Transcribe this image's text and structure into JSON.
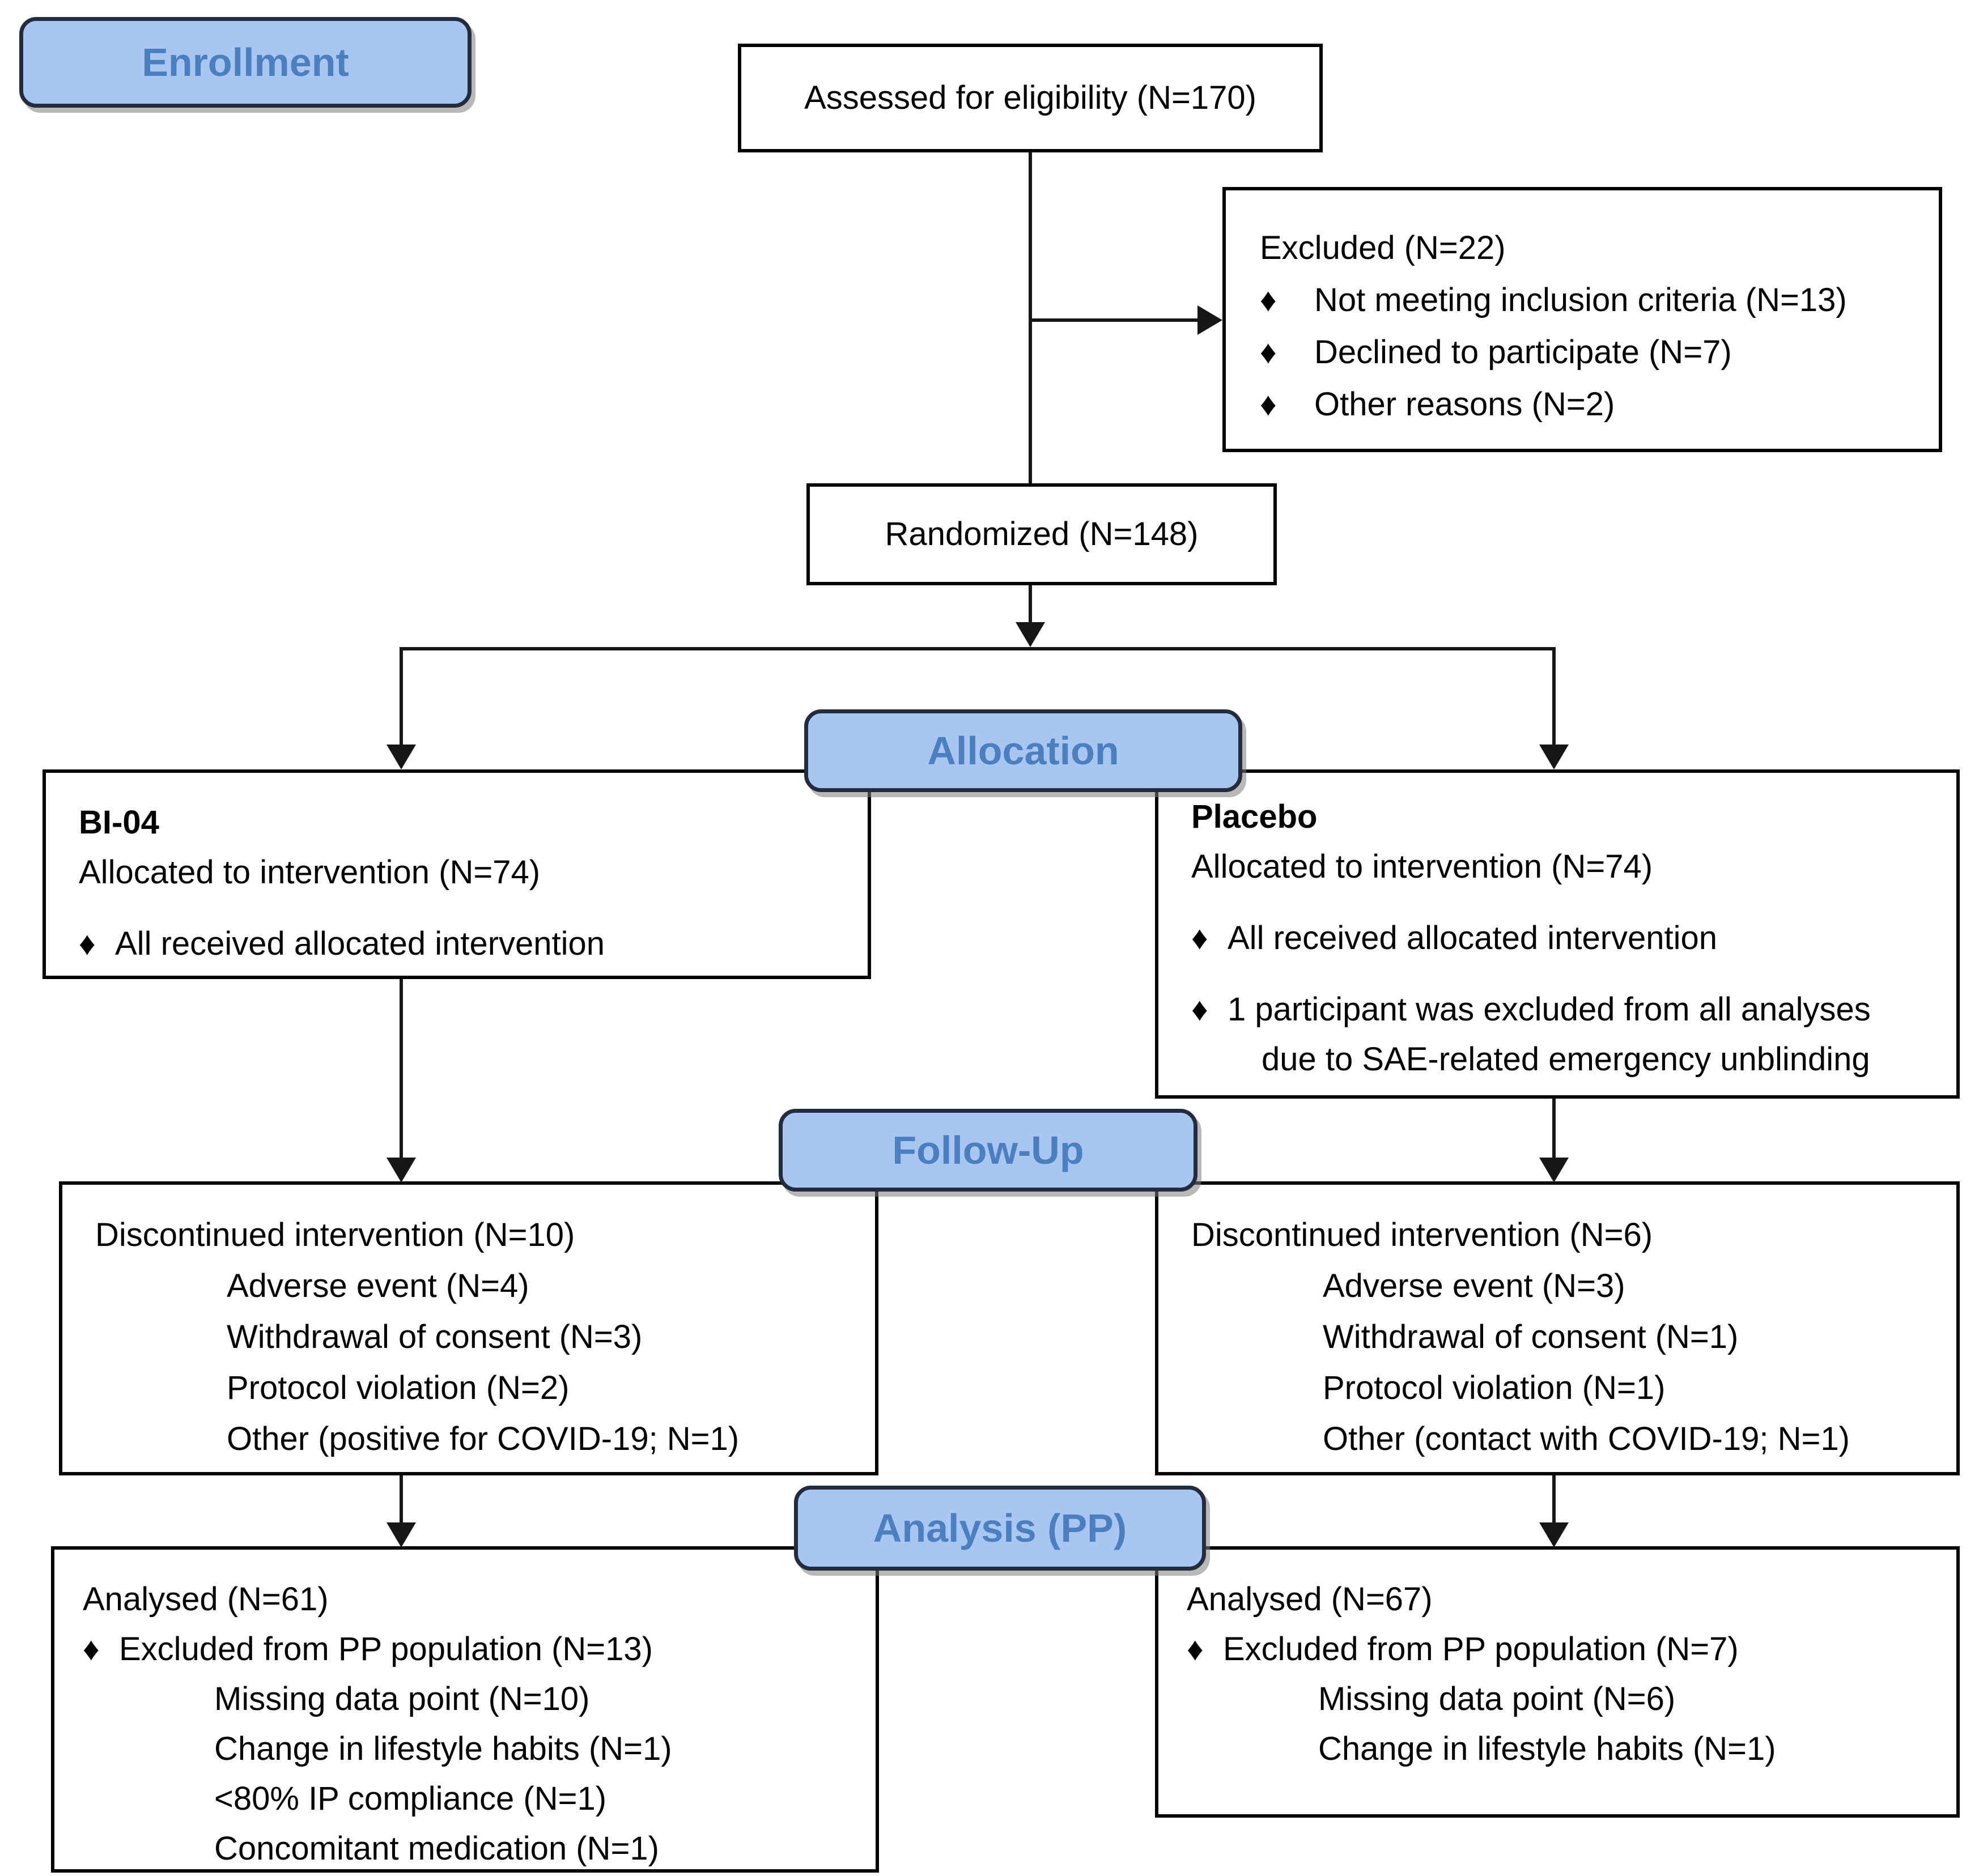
{
  "colors": {
    "badge_fill": "#a9c6f2",
    "badge_text": "#4c7fbf",
    "badge_border": "#222c3e",
    "box_border": "#000000",
    "line": "#161616"
  },
  "glyphs": {
    "bullet": "♦"
  },
  "phases": {
    "enrollment": "Enrollment",
    "allocation": "Allocation",
    "followup": "Follow-Up",
    "analysis": "Analysis (PP)"
  },
  "enrollment": {
    "assessed": "Assessed for eligibility (N=170)",
    "excluded_title": "Excluded (N=22)",
    "excluded_items": [
      "Not meeting inclusion criteria (N=13)",
      "Declined to participate (N=7)",
      "Other reasons (N=2)"
    ],
    "randomized": "Randomized (N=148)"
  },
  "allocation": {
    "left": {
      "arm": "BI-04",
      "allocated": "Allocated to intervention (N=74)",
      "bullet1": "All received allocated intervention"
    },
    "right": {
      "arm": "Placebo",
      "allocated": "Allocated to intervention (N=74)",
      "bullet1": "All received allocated intervention",
      "bullet2": "1 participant was excluded from all analyses",
      "bullet2_cont": "due to SAE-related emergency unblinding"
    }
  },
  "followup": {
    "left": {
      "title": "Discontinued intervention (N=10)",
      "items": [
        "Adverse event (N=4)",
        "Withdrawal of consent (N=3)",
        "Protocol violation (N=2)",
        "Other (positive for COVID-19; N=1)"
      ]
    },
    "right": {
      "title": "Discontinued intervention (N=6)",
      "items": [
        "Adverse event (N=3)",
        "Withdrawal of consent (N=1)",
        "Protocol violation (N=1)",
        "Other (contact with COVID-19; N=1)"
      ]
    }
  },
  "analysis": {
    "left": {
      "title": "Analysed (N=61)",
      "excluded": "Excluded from PP population (N=13)",
      "items": [
        "Missing data point (N=10)",
        "Change in lifestyle habits (N=1)",
        "<80% IP compliance (N=1)",
        "Concomitant medication (N=1)"
      ]
    },
    "right": {
      "title": "Analysed (N=67)",
      "excluded": "Excluded from PP population (N=7)",
      "items": [
        "Missing data point (N=6)",
        "Change in lifestyle habits (N=1)"
      ]
    }
  }
}
